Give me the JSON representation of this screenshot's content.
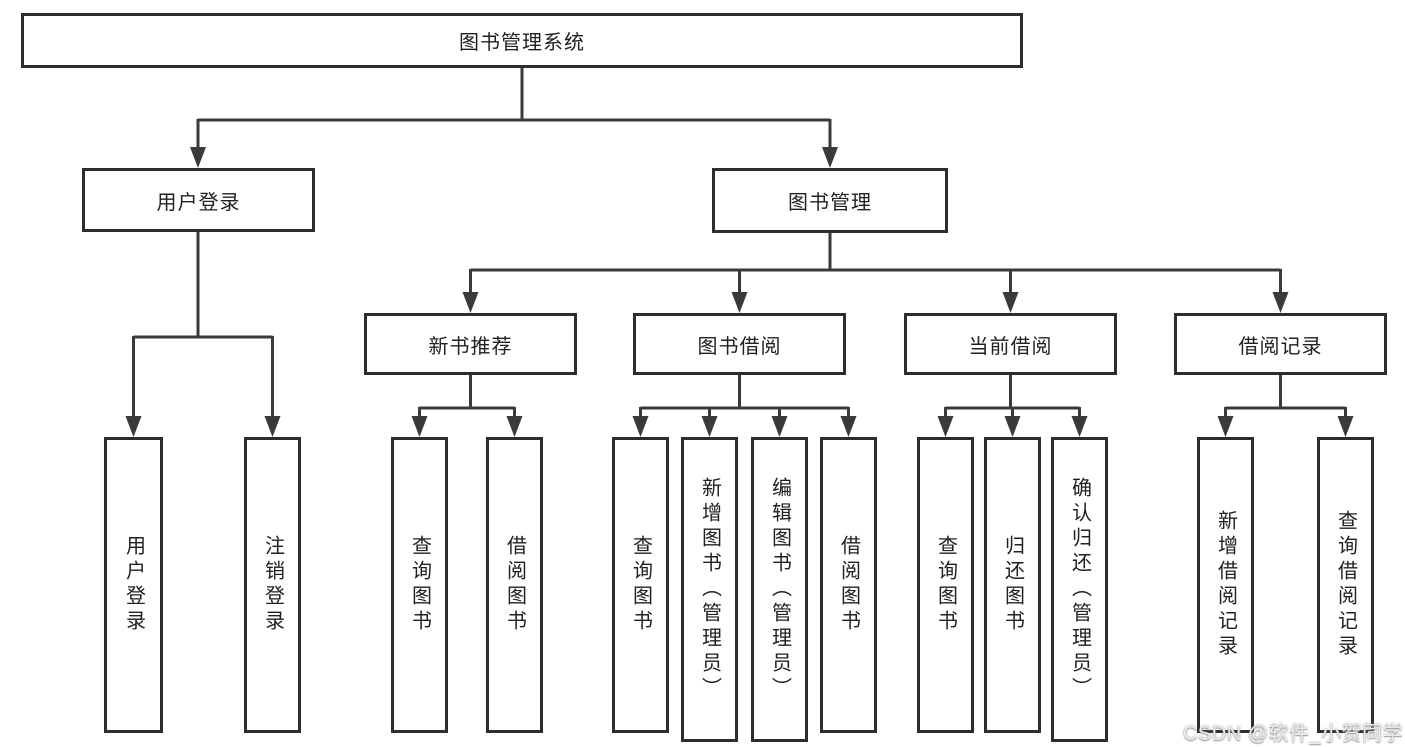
{
  "diagram": {
    "title_node": "图书管理系统",
    "nodes": {
      "root": "图书管理系统",
      "user_login": "用户登录",
      "book_mgmt": "图书管理",
      "new_books": "新书推荐",
      "book_borrow": "图书借阅",
      "current_borrow": "当前借阅",
      "borrow_records": "借阅记录",
      "leaf_user_login": "用户登录",
      "leaf_logout": "注销登录",
      "leaf_nb_query": "查询图书",
      "leaf_nb_borrow": "借阅图书",
      "leaf_bb_query": "查询图书",
      "leaf_bb_add": "新增图书（管理员）",
      "leaf_bb_edit": "编辑图书（管理员）",
      "leaf_bb_borrow": "借阅图书",
      "leaf_cb_query": "查询图书",
      "leaf_cb_return": "归还图书",
      "leaf_cb_confirm": "确认归还（管理员）",
      "leaf_br_add": "新增借阅记录",
      "leaf_br_query": "查询借阅记录"
    },
    "colors": {
      "box_border": "#2d2d2d",
      "connector_line": "#3a3a3a",
      "text": "#212121",
      "background": "#ffffff",
      "watermark_text": "#eceaea"
    }
  },
  "watermark": {
    "text": "CSDN @软件_小贺同学"
  }
}
